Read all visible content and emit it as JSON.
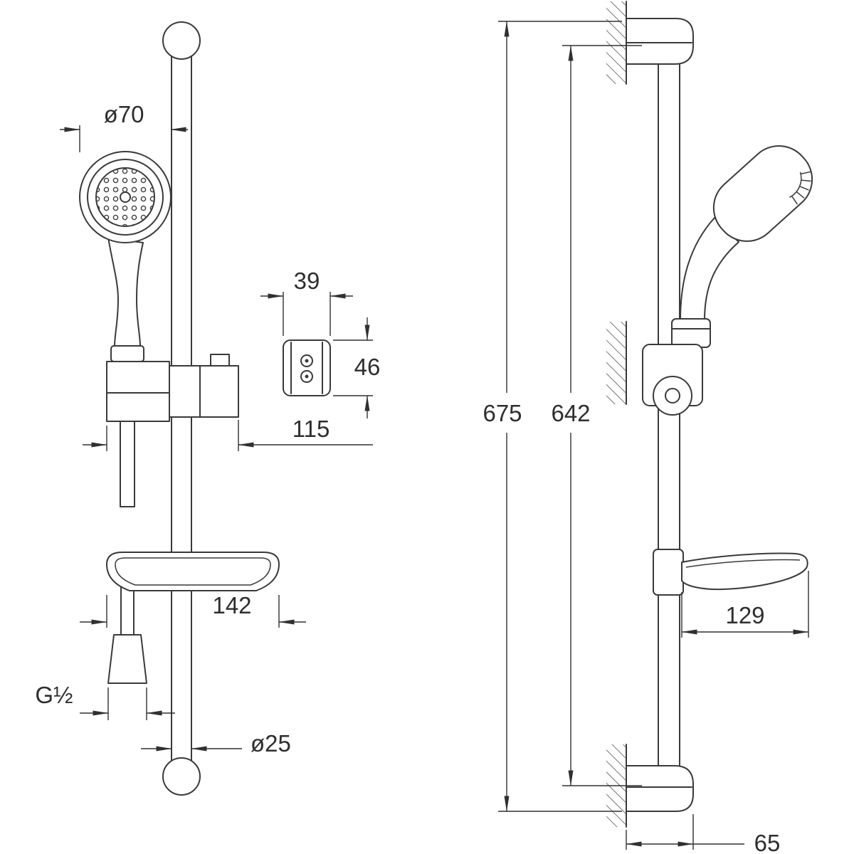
{
  "labels": {
    "head_diameter": "ø70",
    "bracket_width": "39",
    "bracket_height": "46",
    "holder_width": "115",
    "dish_width": "142",
    "inlet_thread": "G½",
    "bar_diameter": "ø25",
    "overall_height": "675",
    "bar_length": "642",
    "dish_depth": "129",
    "wall_distance": "65"
  },
  "colors": {
    "line": "#3a3a3a",
    "dimension": "#303030",
    "background": "#ffffff"
  }
}
